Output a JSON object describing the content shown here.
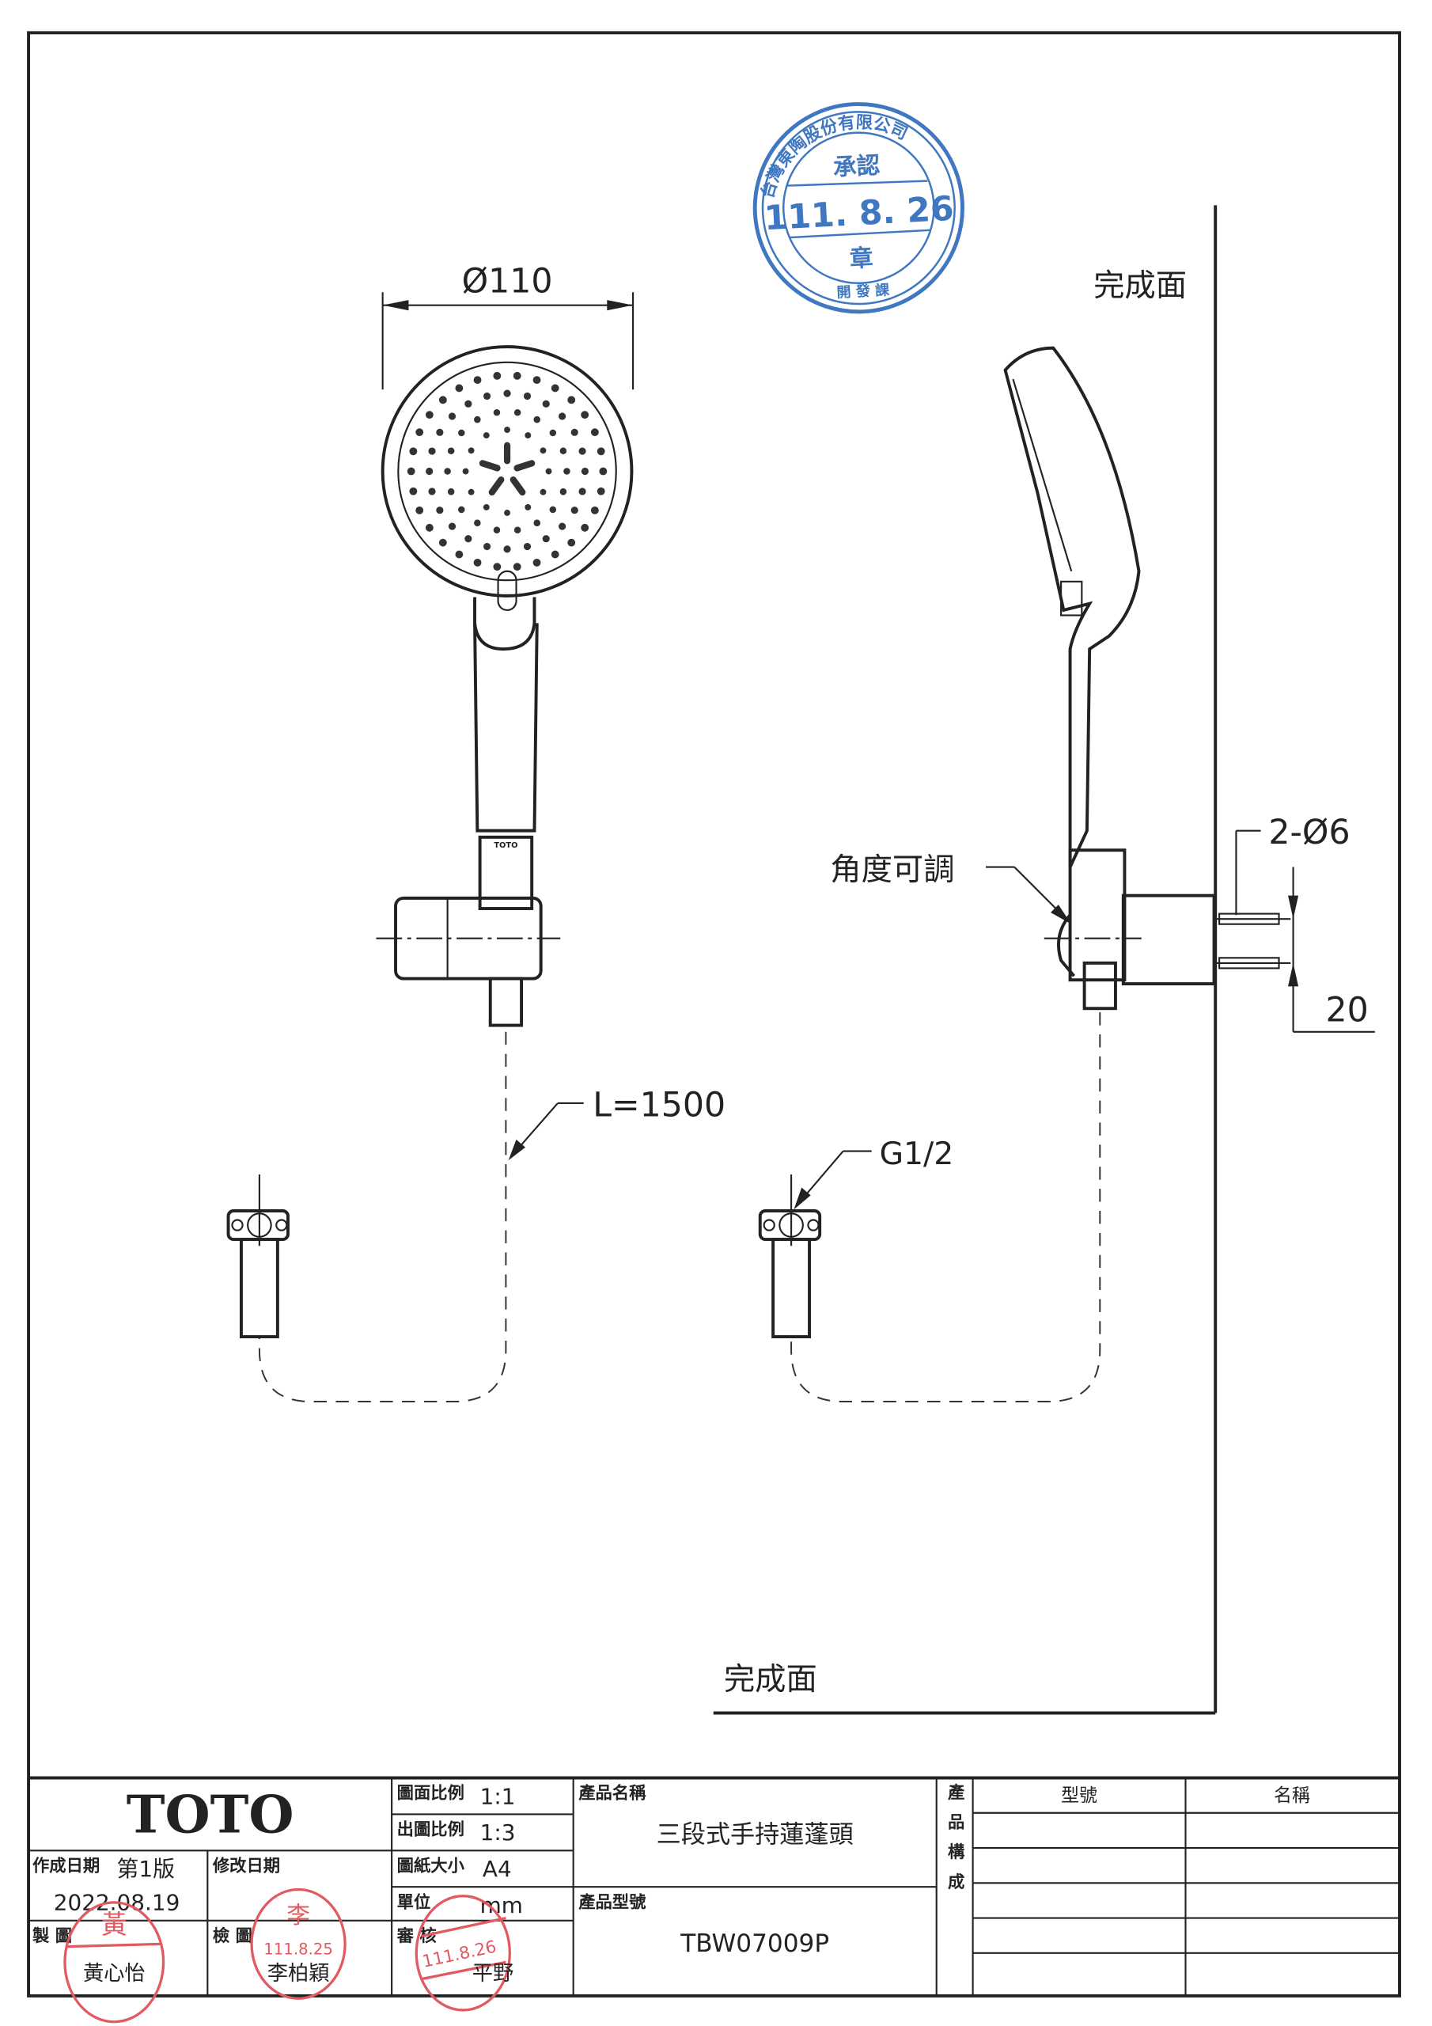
{
  "drawing": {
    "diameter_label": "Ø110",
    "finish_surface_top": "完成面",
    "finish_surface_bottom": "完成面",
    "screw_label": "2-Ø6",
    "screw_spacing": "20",
    "angle_label": "角度可調",
    "hose_length": "L=1500",
    "thread_label": "G1/2",
    "handle_brand": "TOTO"
  },
  "approval_stamp": {
    "company": "台灣東陶股份有限公司",
    "title": "承認",
    "date": "111. 8. 26",
    "center": "章",
    "bottom": "開 發 課"
  },
  "title_block": {
    "brand": "TOTO",
    "drawing_scale_label": "圖面比例",
    "drawing_scale": "1:1",
    "output_scale_label": "出圖比例",
    "output_scale": "1:3",
    "paper_size_label": "圖紙大小",
    "paper_size": "A4",
    "unit_label": "單位",
    "unit": "mm",
    "created_label": "作成日期",
    "version": "第1版",
    "created_date": "2022.08.19",
    "modified_label": "修改日期",
    "drawn_label": "製 圖",
    "drawn_by": "黃心怡",
    "checked_label": "檢 圖",
    "checked_by": "李柏穎",
    "checked_date": "111.8.25",
    "reviewed_label": "審 核",
    "reviewed_by": "平野",
    "reviewed_date": "111.8.26",
    "product_name_label": "產品名稱",
    "product_name": "三段式手持蓮蓬頭",
    "product_model_label": "產品型號",
    "product_model": "TBW07009P",
    "composition_label": "產品構成",
    "composition_headers": [
      "型號",
      "名稱"
    ]
  },
  "colors": {
    "stamp_blue": "#3f77c0",
    "stamp_red": "#e05a60"
  }
}
